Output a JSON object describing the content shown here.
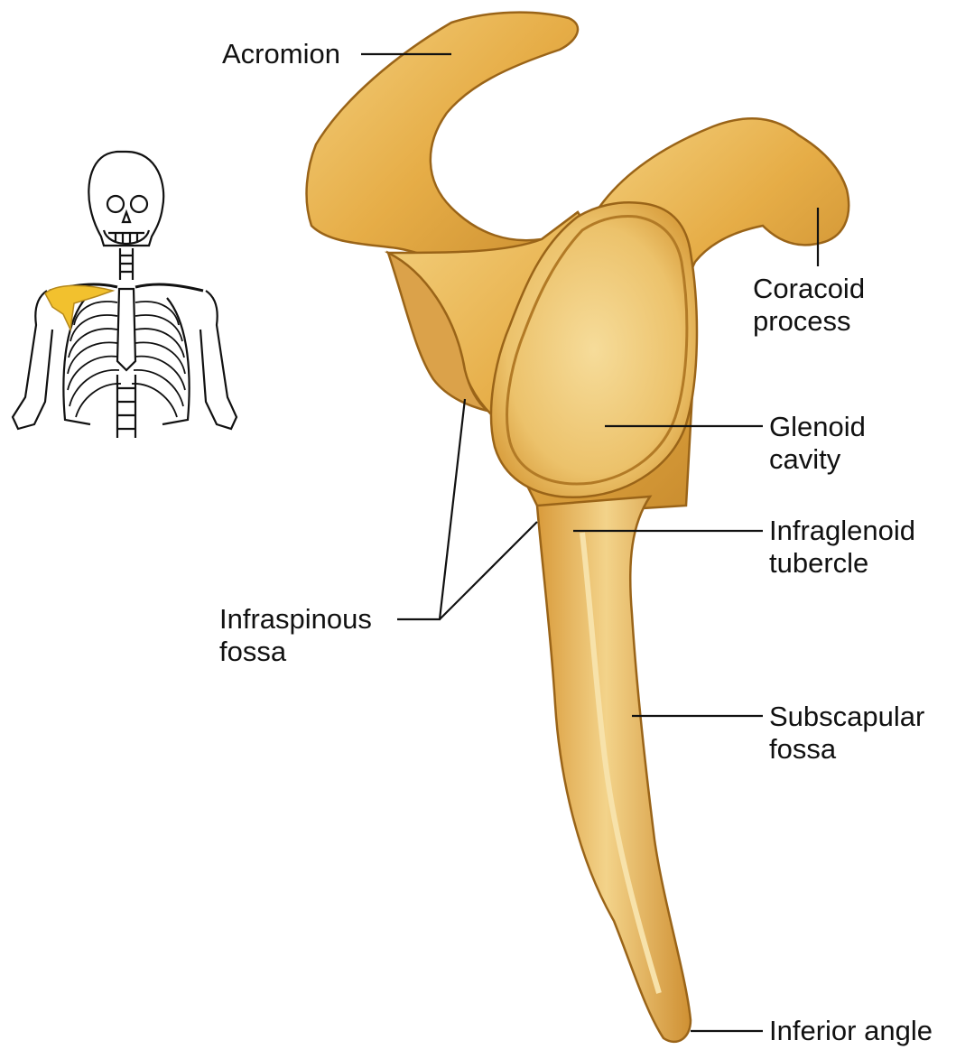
{
  "figure": {
    "bone_color": "#e9b24a",
    "bone_shadow": "#c88a2a",
    "bone_highlight": "#f5d58a",
    "label_color": "#111111",
    "inset_highlight_color": "#f2c12e"
  },
  "labels": {
    "acromion": [
      "Acromion"
    ],
    "coracoid_process": [
      "Coracoid",
      "process"
    ],
    "glenoid_cavity": [
      "Glenoid",
      "cavity"
    ],
    "infraglenoid_tubercle": [
      "Infraglenoid",
      "tubercle"
    ],
    "infraspinous_fossa": [
      "Infraspinous",
      "fossa"
    ],
    "subscapular_fossa": [
      "Subscapular",
      "fossa"
    ],
    "inferior_angle": [
      "Inferior angle"
    ]
  }
}
